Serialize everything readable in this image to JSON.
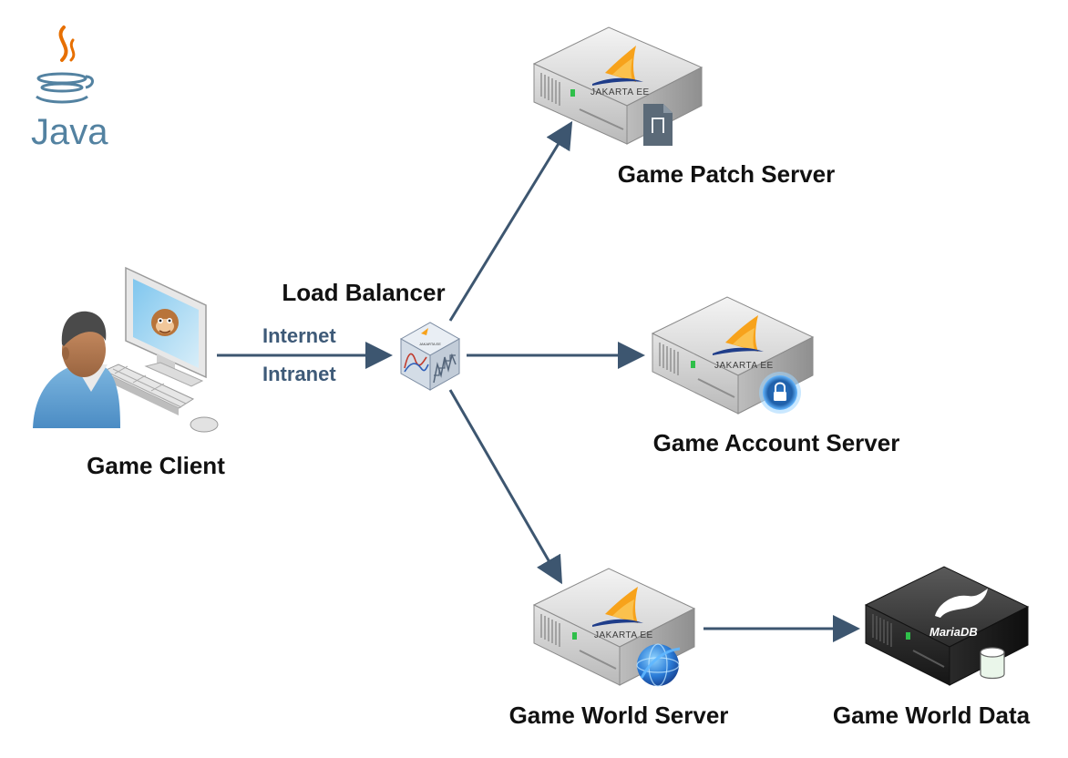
{
  "logo": {
    "text": "Java",
    "icon": "java-cup-icon"
  },
  "nodes": {
    "client": {
      "label": "Game Client",
      "icon": "user-workstation-icon"
    },
    "load_balancer": {
      "label": "Load Balancer",
      "brand": "JAKARTA EE",
      "icon": "load-balancer-icon"
    },
    "patch": {
      "label": "Game Patch Server",
      "brand": "JAKARTA EE",
      "badge_icon": "file-icon"
    },
    "account": {
      "label": "Game Account Server",
      "brand": "JAKARTA EE",
      "badge_icon": "lock-icon"
    },
    "world": {
      "label": "Game World Server",
      "brand": "JAKARTA EE",
      "badge_icon": "globe-icon"
    },
    "data": {
      "label": "Game World Data",
      "brand": "MariaDB",
      "badge_icon": "database-icon"
    }
  },
  "connections": {
    "client_to_lb": {
      "label_top": "Internet",
      "label_bottom": "Intranet"
    }
  },
  "colors": {
    "arrow": "#3d5670",
    "jakarta_orange": "#f7a21b",
    "jakarta_blue": "#1f3d8a",
    "server_light": "#d9d9d9",
    "server_dark": "#2c2c2c"
  }
}
